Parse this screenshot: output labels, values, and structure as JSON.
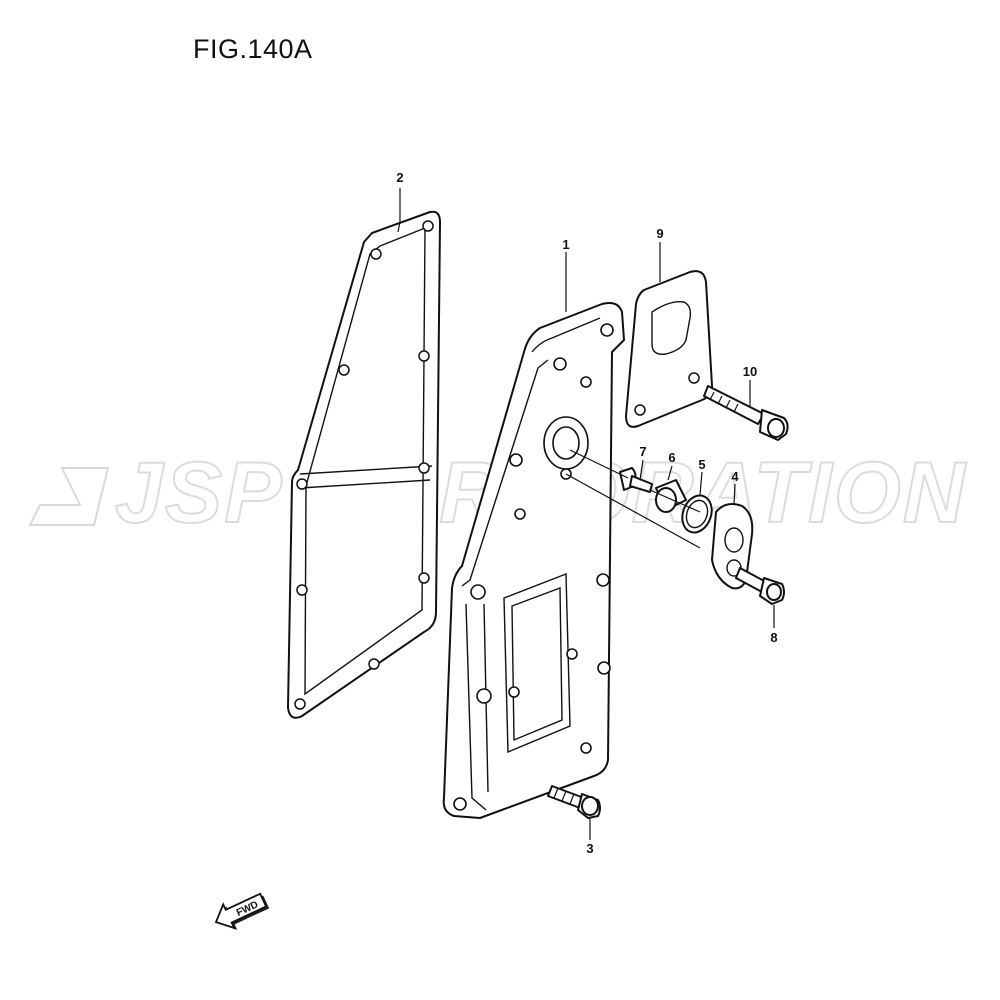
{
  "figure": {
    "title": "FIG.140A"
  },
  "watermark": {
    "text": "JSP CORPORATION"
  },
  "fwd_arrow": {
    "label": "FWD"
  },
  "callouts": [
    {
      "id": "callout-1",
      "label": "1"
    },
    {
      "id": "callout-2",
      "label": "2"
    },
    {
      "id": "callout-3",
      "label": "3"
    },
    {
      "id": "callout-4",
      "label": "4"
    },
    {
      "id": "callout-5",
      "label": "5"
    },
    {
      "id": "callout-6",
      "label": "6"
    },
    {
      "id": "callout-7",
      "label": "7"
    },
    {
      "id": "callout-8",
      "label": "8"
    },
    {
      "id": "callout-9",
      "label": "9"
    },
    {
      "id": "callout-10",
      "label": "10"
    }
  ]
}
